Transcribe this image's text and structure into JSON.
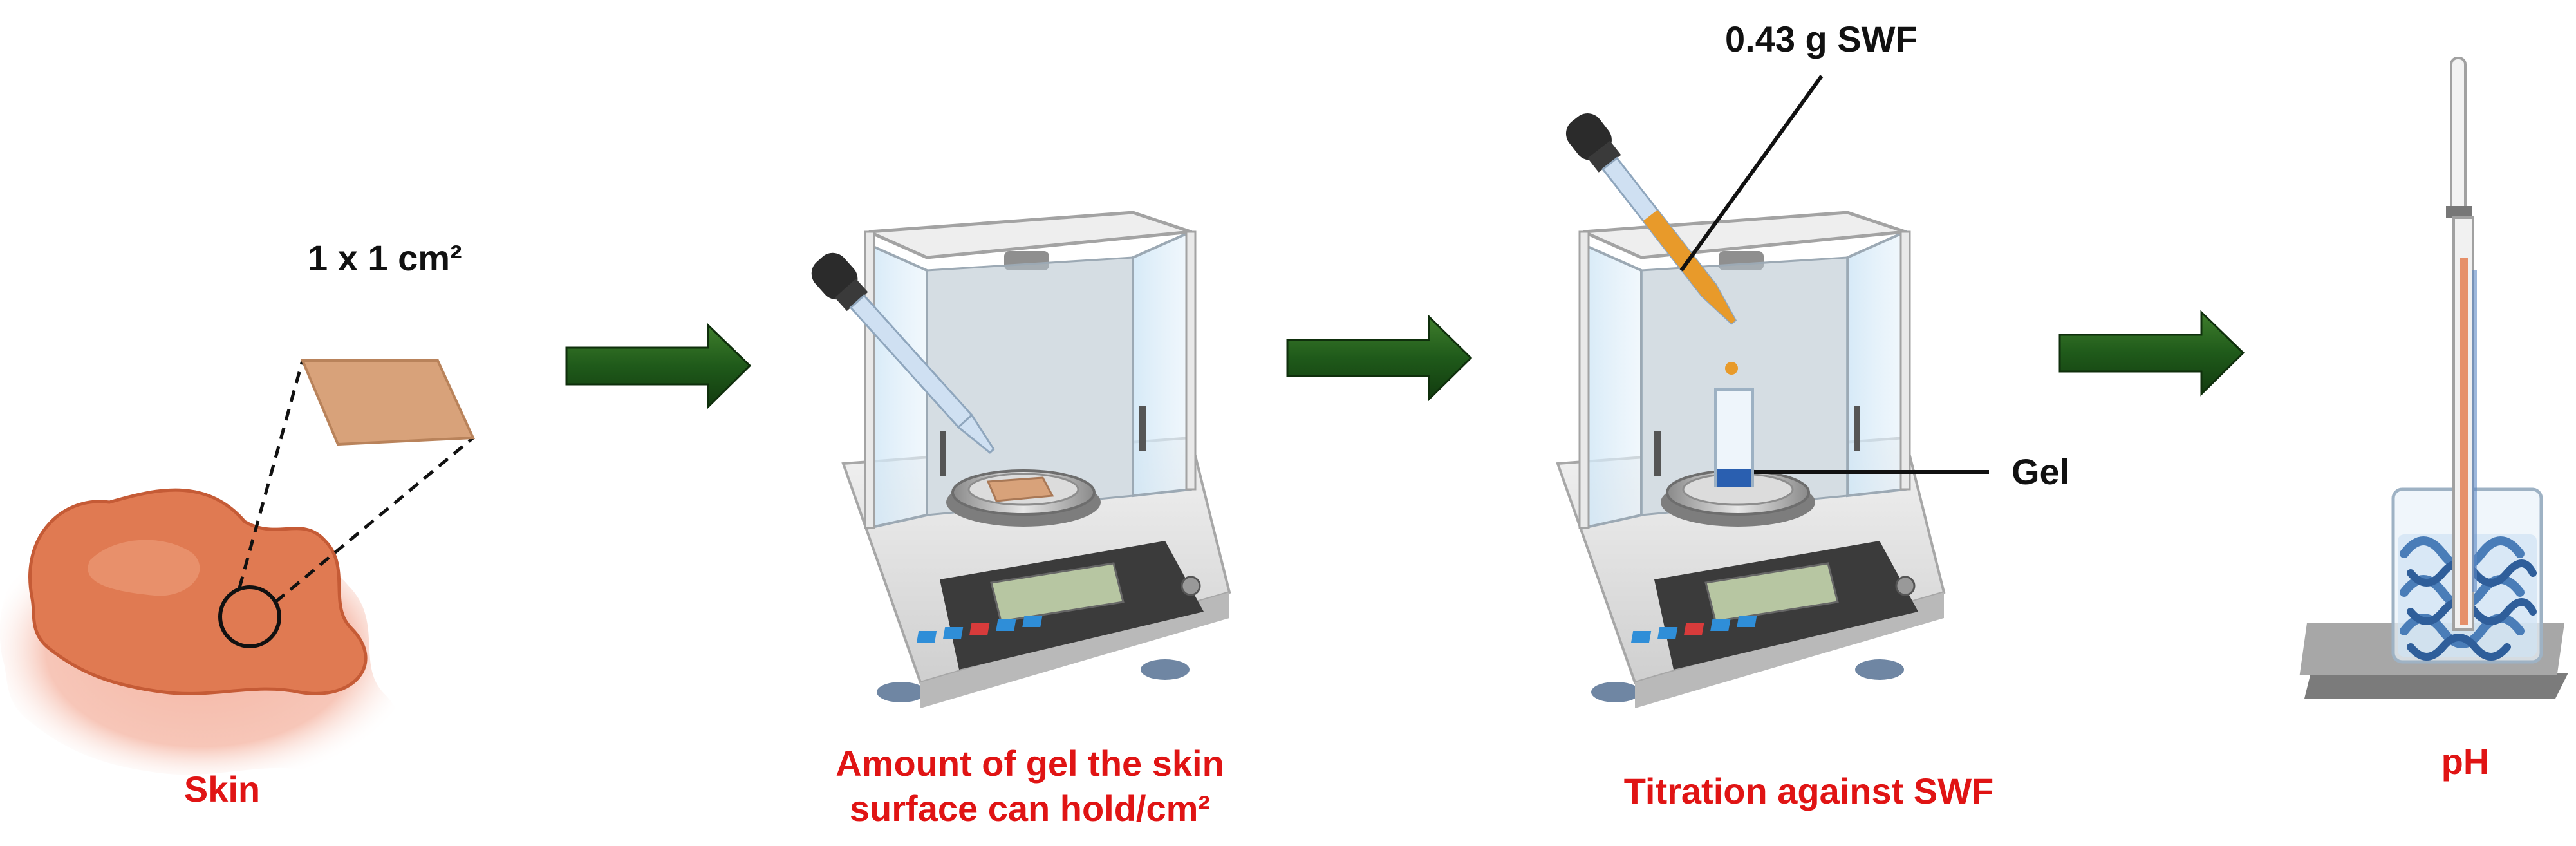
{
  "labels": {
    "skin": "Skin",
    "skin_piece": "1 x 1 cm²",
    "step2_line1": "Amount of gel the skin",
    "step2_line2": "surface can hold/cm²",
    "swf_mass": "0.43 g SWF",
    "gel": "Gel",
    "step3": "Titration against SWF",
    "step4": "pH"
  },
  "colors": {
    "label_red": "#e01414",
    "arrow_green": "#1f5a1a",
    "skin_orange": "#e07a52",
    "skin_piece": "#d8a27a",
    "swf_orange": "#e89a2a",
    "gel_blue": "#2a5fb0"
  },
  "icons": [
    "skin-patch-icon",
    "analytical-balance-icon",
    "dropper-icon",
    "test-tube-icon",
    "beaker-icon",
    "ph-electrode-icon",
    "right-arrow-icon"
  ]
}
